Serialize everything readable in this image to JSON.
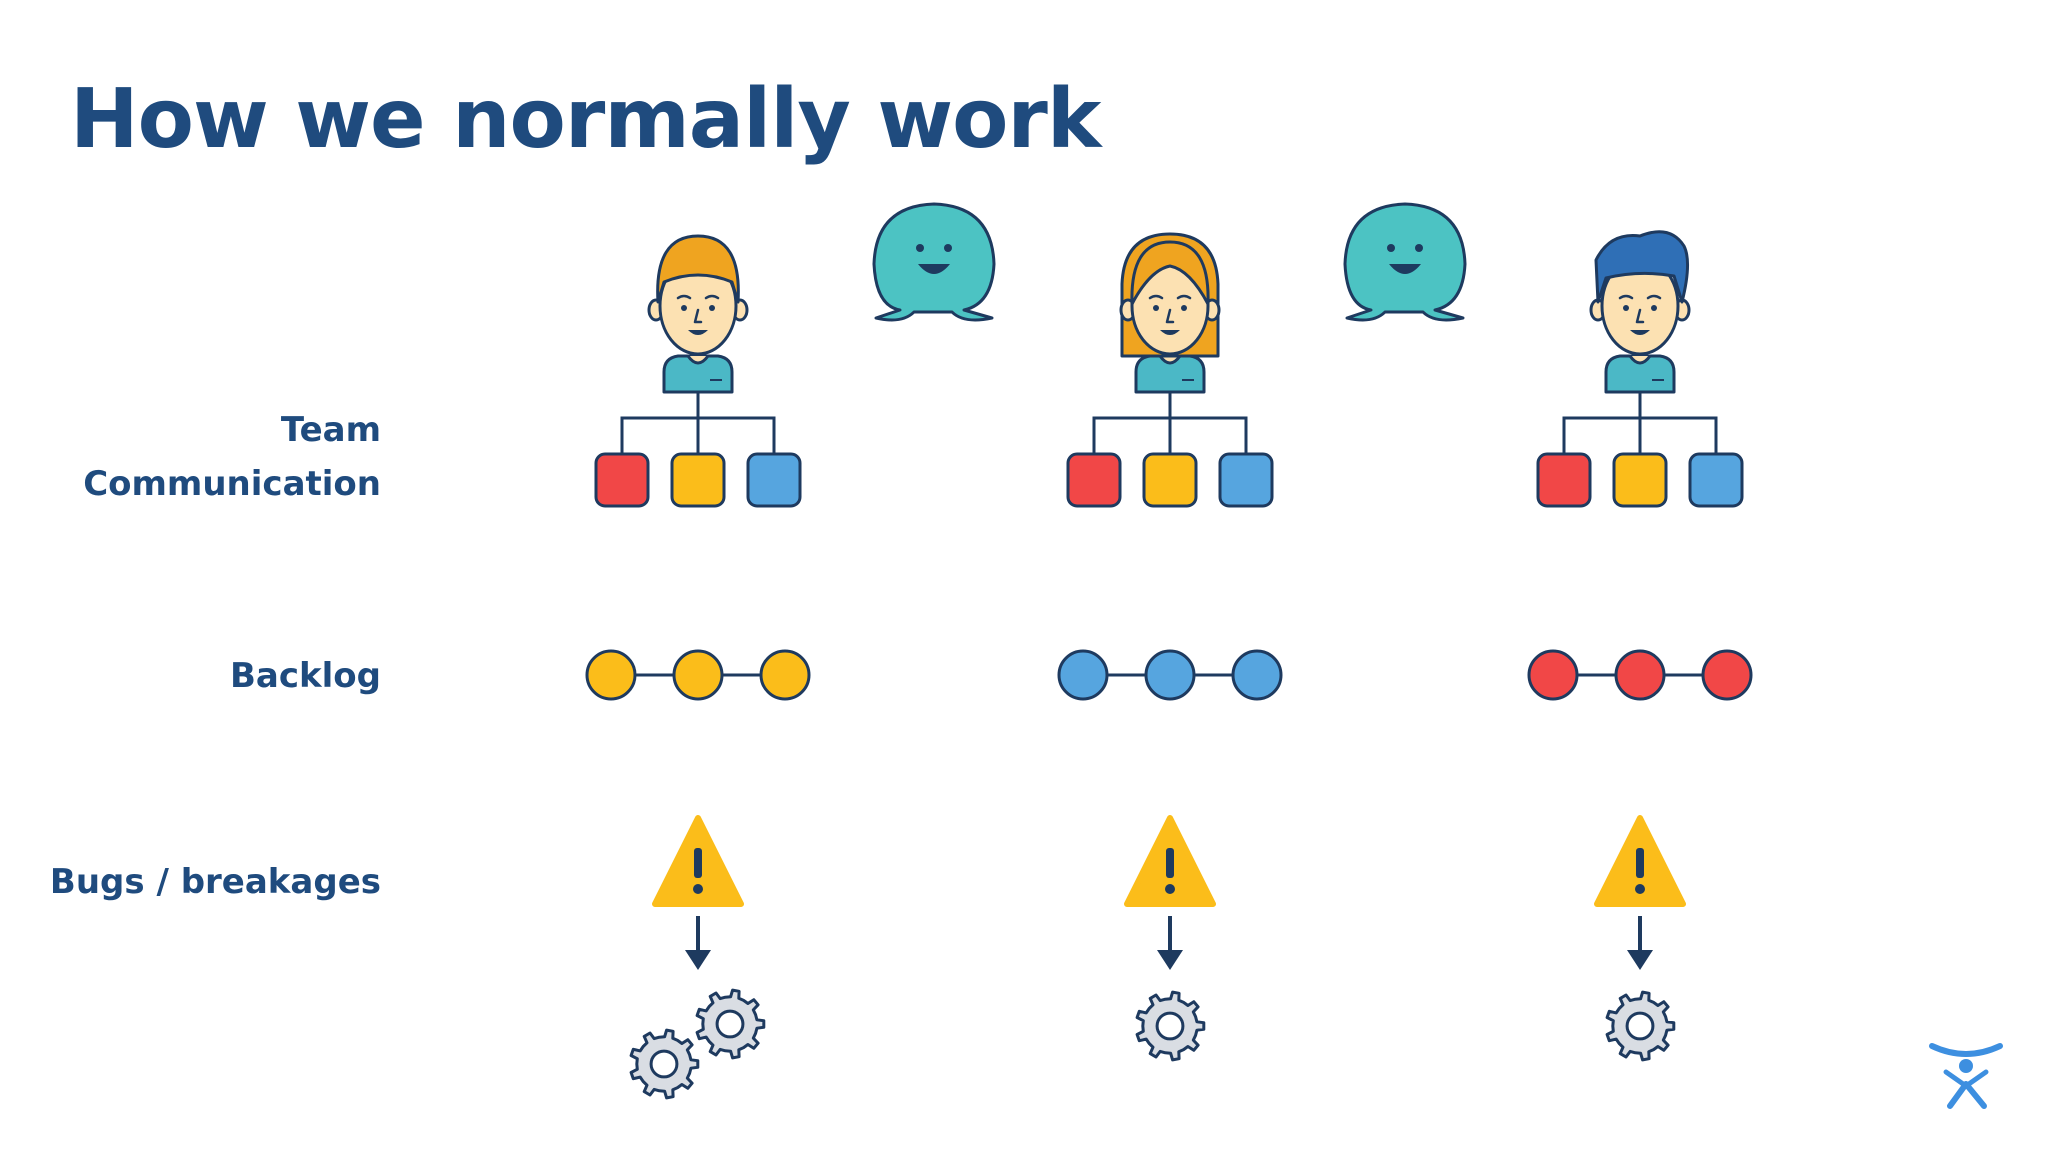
{
  "slide": {
    "title": "How we normally work",
    "rows": [
      {
        "id": "team",
        "label_lines": [
          "Team",
          "Communication"
        ]
      },
      {
        "id": "backlog",
        "label_lines": [
          "Backlog"
        ]
      },
      {
        "id": "bugs",
        "label_lines": [
          "Bugs / breakages"
        ]
      }
    ],
    "people": [
      {
        "id": "person-1",
        "hair": "orange-short",
        "backlog_color": "#fbbd1a",
        "gear_count": 2
      },
      {
        "id": "person-2",
        "hair": "orange-long",
        "backlog_color": "#56a5df",
        "gear_count": 1
      },
      {
        "id": "person-3",
        "hair": "blue",
        "backlog_color": "#f14747",
        "gear_count": 1
      }
    ],
    "task_colors": [
      "#f14747",
      "#fbbd1a",
      "#56a5df"
    ],
    "icons": {
      "chat": "smiling-speech-bubble-icon",
      "warning": "warning-triangle-icon",
      "gear": "gear-icon",
      "logo": "atlassian-logo-icon"
    },
    "colors": {
      "title": "#1f4b7e",
      "outline": "#1e3a5f",
      "chat_bubble": "#4cc3c3",
      "shirt": "#4bb8c6",
      "skin": "#fce1b2",
      "warning": "#fbbd1a",
      "gear": "#d9dde3",
      "logo": "#3d8fe0"
    }
  }
}
